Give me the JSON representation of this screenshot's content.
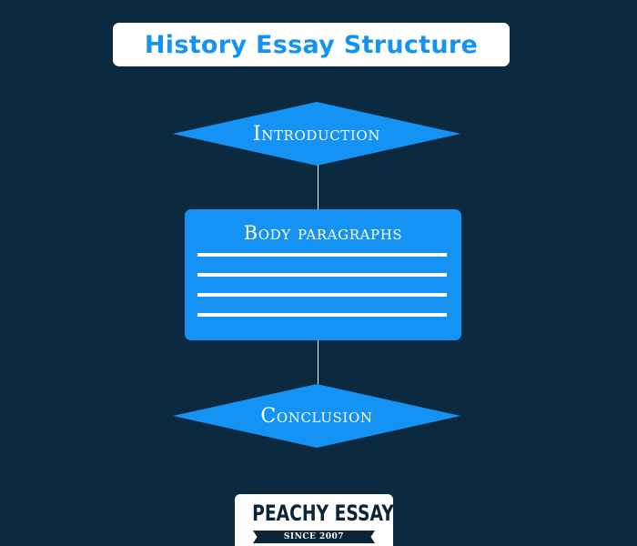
{
  "title": "History Essay Structure",
  "nodes": {
    "introduction": "Introduction",
    "body": "Body paragraphs",
    "conclusion": "Conclusion"
  },
  "body_line_count": 4,
  "logo": {
    "name": "PEACHY ESSAY",
    "tagline": "SINCE 2007"
  },
  "colors": {
    "background": "#0b2a40",
    "accent": "#1493f4",
    "title_text": "#1493f4",
    "node_text": "#ffffff",
    "logo_text": "#0d2436"
  }
}
